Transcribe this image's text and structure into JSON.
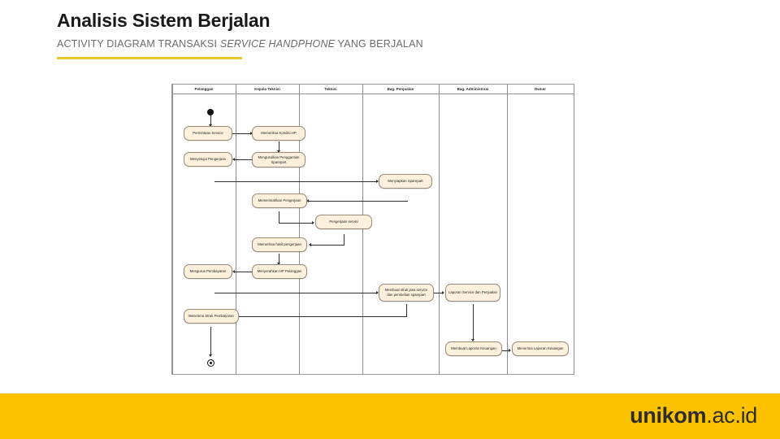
{
  "slide": {
    "title": "Analisis Sistem Berjalan",
    "subtitle_lead": "ACTIVITY DIAGRAM TRANSAKSI ",
    "subtitle_em": "SERVICE HANDPHONE",
    "subtitle_tail": " YANG BERJALAN",
    "accent_color": "#e8c72b"
  },
  "footer": {
    "brand_strong": "unikom",
    "brand_rest": ".ac.id",
    "background_color": "#fcc200"
  },
  "diagram": {
    "type": "activity-diagram",
    "node_fill": "#fdf0dd",
    "node_border": "#9b8a74",
    "lanes": [
      {
        "id": "pelanggan",
        "label": "Pelanggan"
      },
      {
        "id": "kepala-teknisi",
        "label": "Kepala Teknisi"
      },
      {
        "id": "teknisi",
        "label": "Teknisi"
      },
      {
        "id": "bag-penjualan",
        "label": "Bag. Penjualan"
      },
      {
        "id": "bag-administrasi",
        "label": "Bag. Administrasi"
      },
      {
        "id": "owner",
        "label": "Owner"
      }
    ],
    "nodes": [
      {
        "id": "start",
        "lane": "pelanggan",
        "kind": "start",
        "label": ""
      },
      {
        "id": "permintaan-service",
        "lane": "pelanggan",
        "kind": "activity",
        "label": "Permintaan Service"
      },
      {
        "id": "memeriksa-kondisi-hp",
        "lane": "kepala-teknisi",
        "kind": "activity",
        "label": "Memeriksa Kondisi HP"
      },
      {
        "id": "menyetujui-pengerjaan",
        "lane": "pelanggan",
        "kind": "activity",
        "label": "Menyetujui Pengerjaan"
      },
      {
        "id": "mengusulkan-penggantian-sparepart",
        "lane": "kepala-teknisi",
        "kind": "activity",
        "label": "Mengusulkan Penggantian Sparepart"
      },
      {
        "id": "menyiapkan-sparepart",
        "lane": "bag-penjualan",
        "kind": "activity",
        "label": "Menyiapkan Sparepart"
      },
      {
        "id": "memerintahkan-pengerjaan",
        "lane": "kepala-teknisi",
        "kind": "activity",
        "label": "Memerintahkan Pengerjaan"
      },
      {
        "id": "pengerjaan-servisi",
        "lane": "teknisi",
        "kind": "activity",
        "label": "Pengerjaan servisi"
      },
      {
        "id": "memeriksa-hasil-pengerjaan",
        "lane": "kepala-teknisi",
        "kind": "activity",
        "label": "Memeriksa hasil pengerjaan"
      },
      {
        "id": "mengurus-pembayaran",
        "lane": "pelanggan",
        "kind": "activity",
        "label": "Mengurus Pembayaran"
      },
      {
        "id": "menyerahkan-hp-pelanggan",
        "lane": "kepala-teknisi",
        "kind": "activity",
        "label": "Menyerahkan HP Pelanggan"
      },
      {
        "id": "membuat-struk",
        "lane": "bag-penjualan",
        "kind": "activity",
        "label": "Membuat struk jasa service dan pembelian sparepart"
      },
      {
        "id": "laporan-service-penjualan",
        "lane": "bag-administrasi",
        "kind": "activity",
        "label": "Laporan Service dan Penjualan"
      },
      {
        "id": "menerima-struk-pembayaran",
        "lane": "pelanggan",
        "kind": "activity",
        "label": "Menerima Struk Pembayaran"
      },
      {
        "id": "membuat-laporan-keuangan",
        "lane": "bag-administrasi",
        "kind": "activity",
        "label": "Membuat Laporan Keuangan"
      },
      {
        "id": "menerima-laporan-keuangan",
        "lane": "owner",
        "kind": "activity",
        "label": "Menerima Laporan Keuangan"
      },
      {
        "id": "end",
        "lane": "pelanggan",
        "kind": "end",
        "label": ""
      }
    ]
  }
}
